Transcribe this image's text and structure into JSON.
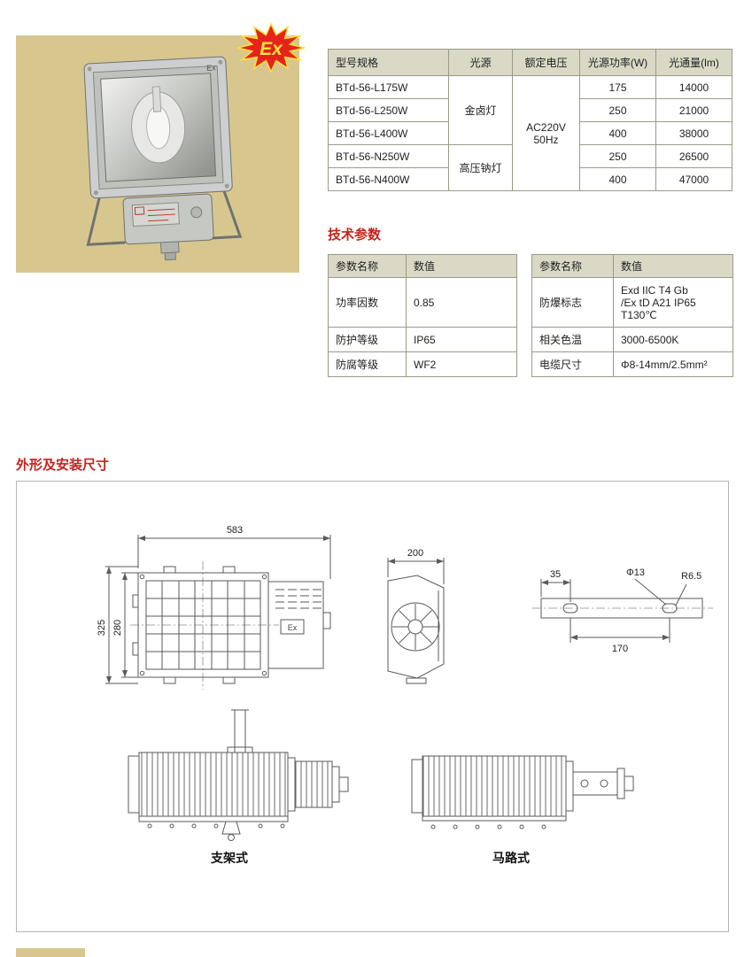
{
  "colors": {
    "accent_red": "#c5231c",
    "photo_bg": "#d7c78e",
    "table_header_bg": "#d9d9c5"
  },
  "badge": {
    "label": "Ex"
  },
  "spec_table": {
    "headers": [
      "型号规格",
      "光源",
      "额定电压",
      "光源功率(W)",
      "光通量(lm)"
    ],
    "voltage": "AC220V\n50Hz",
    "sources": [
      "金卤灯",
      "高压钠灯"
    ],
    "rows": [
      {
        "model": "BTd-56-L175W",
        "power": "175",
        "flux": "14000"
      },
      {
        "model": "BTd-56-L250W",
        "power": "250",
        "flux": "21000"
      },
      {
        "model": "BTd-56-L400W",
        "power": "400",
        "flux": "38000"
      },
      {
        "model": "BTd-56-N250W",
        "power": "250",
        "flux": "26500"
      },
      {
        "model": "BTd-56-N400W",
        "power": "400",
        "flux": "47000"
      }
    ]
  },
  "tech": {
    "title": "技术参数",
    "col_headers": [
      "参数名称",
      "数值"
    ],
    "left_rows": [
      {
        "name": "功率因数",
        "value": "0.85"
      },
      {
        "name": "防护等级",
        "value": "IP65"
      },
      {
        "name": "防腐等级",
        "value": "WF2"
      }
    ],
    "right_rows": [
      {
        "name": "防爆标志",
        "value": "Exd IIC T4 Gb\n/Ex tD A21 IP65\nT130℃"
      },
      {
        "name": "相关色温",
        "value": "3000-6500K"
      },
      {
        "name": "电缆尺寸",
        "value": "Φ8-14mm/2.5mm²"
      }
    ]
  },
  "outline": {
    "title": "外形及安装尺寸",
    "dims": {
      "front_width": "583",
      "front_height_outer": "325",
      "front_height_inner": "280",
      "side_width": "200",
      "hole_offset": "35",
      "hole_diameter": "Φ13",
      "hole_radius": "R6.5",
      "hole_spacing": "170"
    },
    "variants": {
      "bracket": "支架式",
      "road": "马路式"
    }
  }
}
